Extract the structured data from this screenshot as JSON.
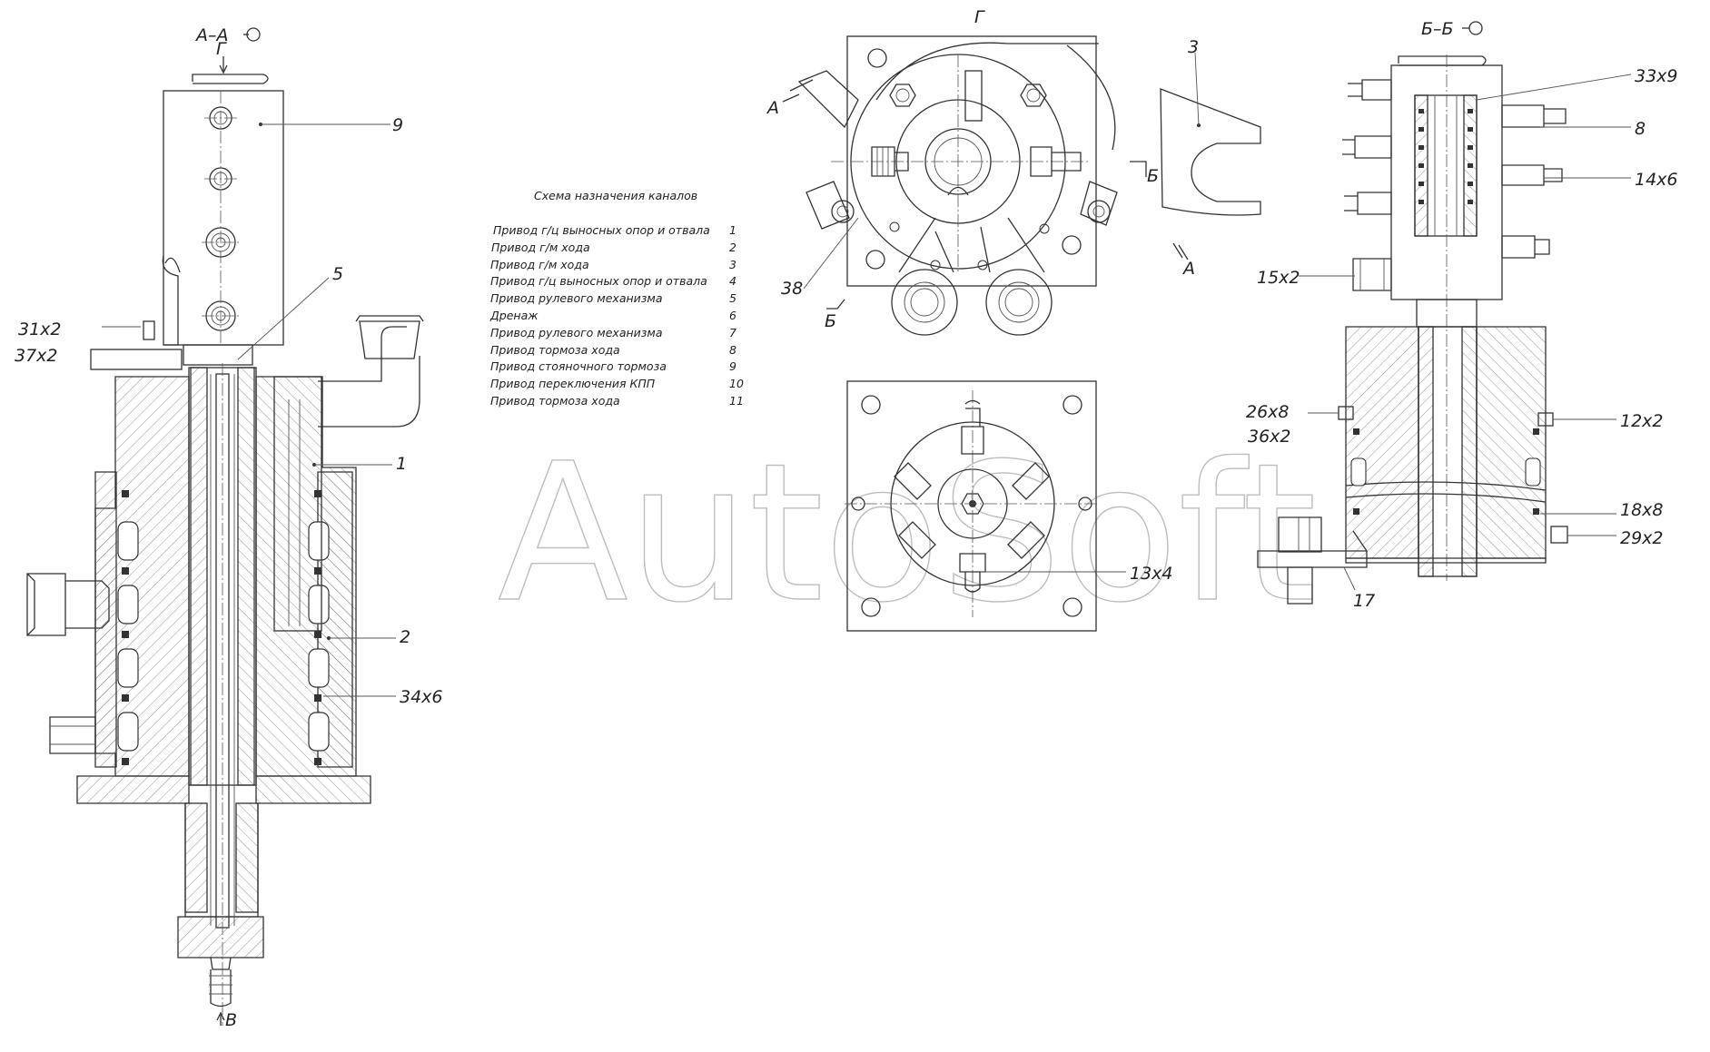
{
  "watermark": "AutoSoft",
  "views": {
    "section_aa": "А–А",
    "section_bb": "Б–Б",
    "view_g": "Г"
  },
  "markers": {
    "g": "Г",
    "v": "В",
    "a": "А",
    "b": "Б"
  },
  "callouts": {
    "c9": "9",
    "c5": "5",
    "c31": "31х2",
    "c37": "37х2",
    "c1": "1",
    "c2": "2",
    "c34": "34х6",
    "c3": "3",
    "c38": "38",
    "c13": "13х4",
    "c33": "33х9",
    "c8": "8",
    "c14": "14х6",
    "c15": "15х2",
    "c26": "26х8",
    "c36": "36х2",
    "c12": "12х2",
    "c18": "18х8",
    "c29": "29х2",
    "c17": "17"
  },
  "channel_table": {
    "title": "Схема назначения каналов",
    "rows": [
      {
        "name": "Привод г/ц выносных опор и отвала",
        "num": "1"
      },
      {
        "name": "Привод г/м хода",
        "num": "2"
      },
      {
        "name": "Привод г/м хода",
        "num": "3"
      },
      {
        "name": "Привод г/ц выносных опор и отвала",
        "num": "4"
      },
      {
        "name": "Привод рулевого механизма",
        "num": "5"
      },
      {
        "name": "Дренаж",
        "num": "6"
      },
      {
        "name": "Привод рулевого механизма",
        "num": "7"
      },
      {
        "name": "Привод тормоза хода",
        "num": "8"
      },
      {
        "name": "Привод стояночного тормоза",
        "num": "9"
      },
      {
        "name": "Привод переключения КПП",
        "num": "10"
      },
      {
        "name": "Привод тормоза хода",
        "num": "11"
      }
    ]
  }
}
